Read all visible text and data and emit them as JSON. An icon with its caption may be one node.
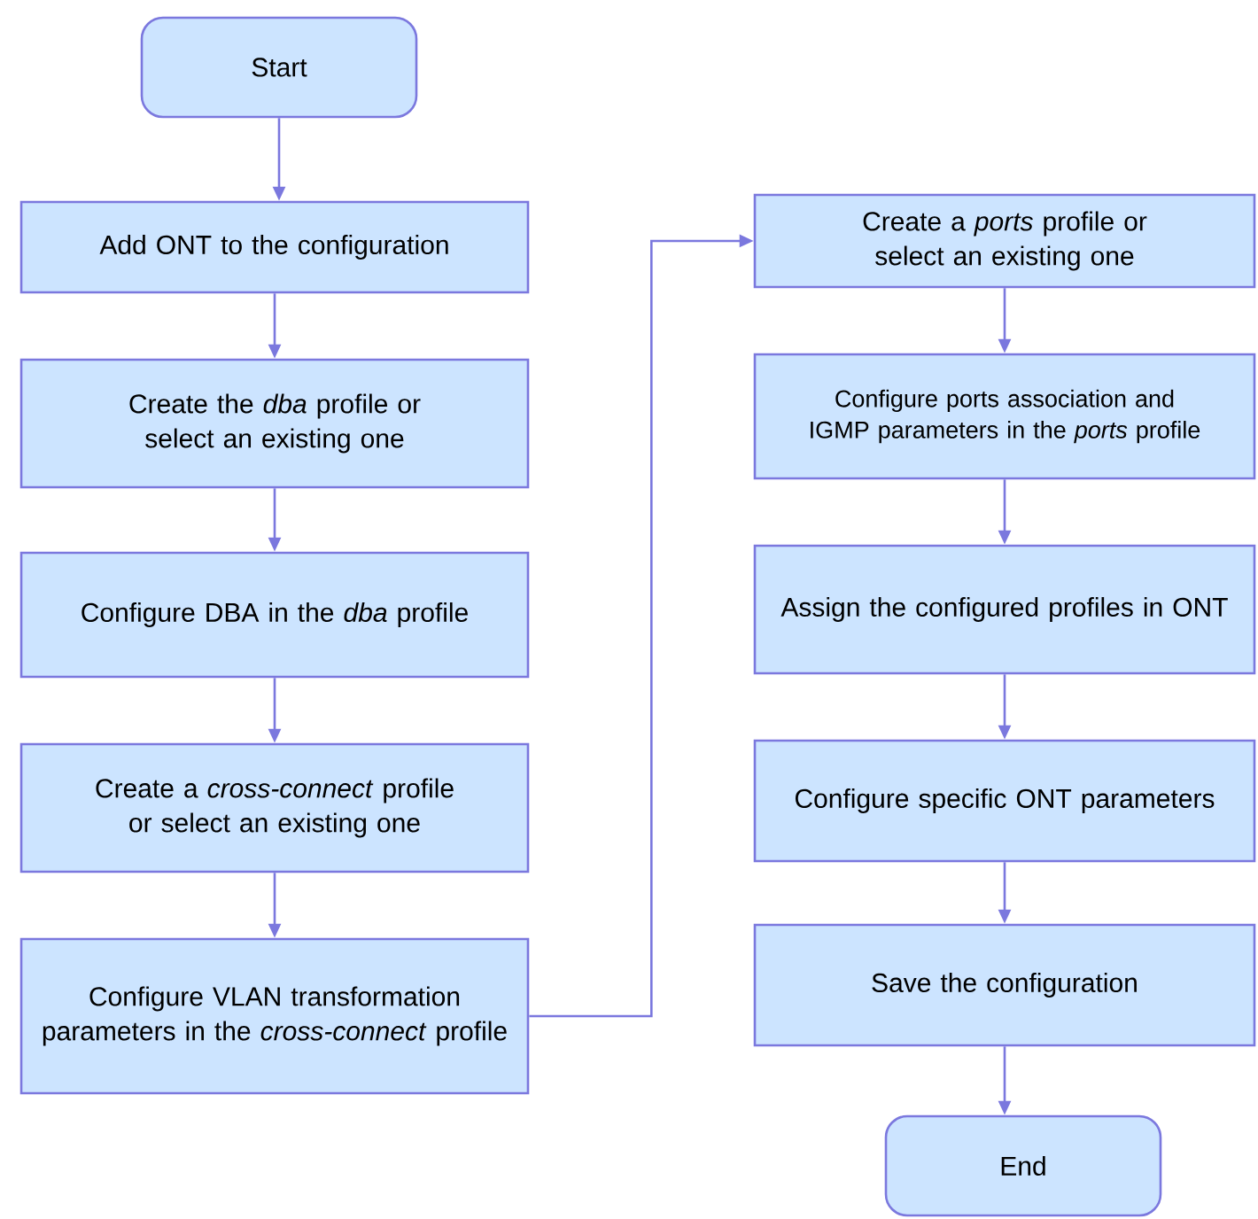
{
  "diagram": {
    "nodes": [
      {
        "text": [
          "Start"
        ]
      },
      {
        "text": [
          "Add ONT to the configuration"
        ]
      },
      {
        "text": [
          "Create the *dba* profile or select an existing one"
        ]
      },
      {
        "text": [
          "Configure DBA in the *dba* profile"
        ]
      },
      {
        "text": [
          "Create a *cross-connect* profile or select an existing one"
        ]
      },
      {
        "text": [
          "Configure VLAN transformation parameters in the *cross-connect* profile"
        ]
      },
      {
        "text": [
          "Create a *ports* profile or  select an existing one"
        ]
      },
      {
        "text": [
          "Configure ports association and IGMP parameters in the *ports* profile"
        ]
      },
      {
        "text": [
          "Assign the configured profiles in ONT"
        ]
      },
      {
        "text": [
          "Configure specific ONT parameters"
        ]
      },
      {
        "text": [
          "Save the configuration"
        ]
      },
      {
        "text": [
          "End"
        ]
      }
    ],
    "edges": [
      {
        "from": 0,
        "to": 1,
        "arrow": "to"
      },
      {
        "from": 1,
        "to": 2,
        "arrow": "to"
      },
      {
        "from": 2,
        "to": 3,
        "arrow": "to"
      },
      {
        "from": 3,
        "to": 4,
        "arrow": "to"
      },
      {
        "from": 4,
        "to": 5,
        "arrow": "to"
      },
      {
        "from": 5,
        "to": 6,
        "arrow": "to"
      },
      {
        "from": 6,
        "to": 7,
        "arrow": "to"
      },
      {
        "from": 7,
        "to": 8,
        "arrow": "to"
      },
      {
        "from": 8,
        "to": 9,
        "arrow": "to"
      },
      {
        "from": 9,
        "to": 10,
        "arrow": "to"
      },
      {
        "from": 10,
        "to": 11,
        "arrow": "to"
      }
    ]
  }
}
